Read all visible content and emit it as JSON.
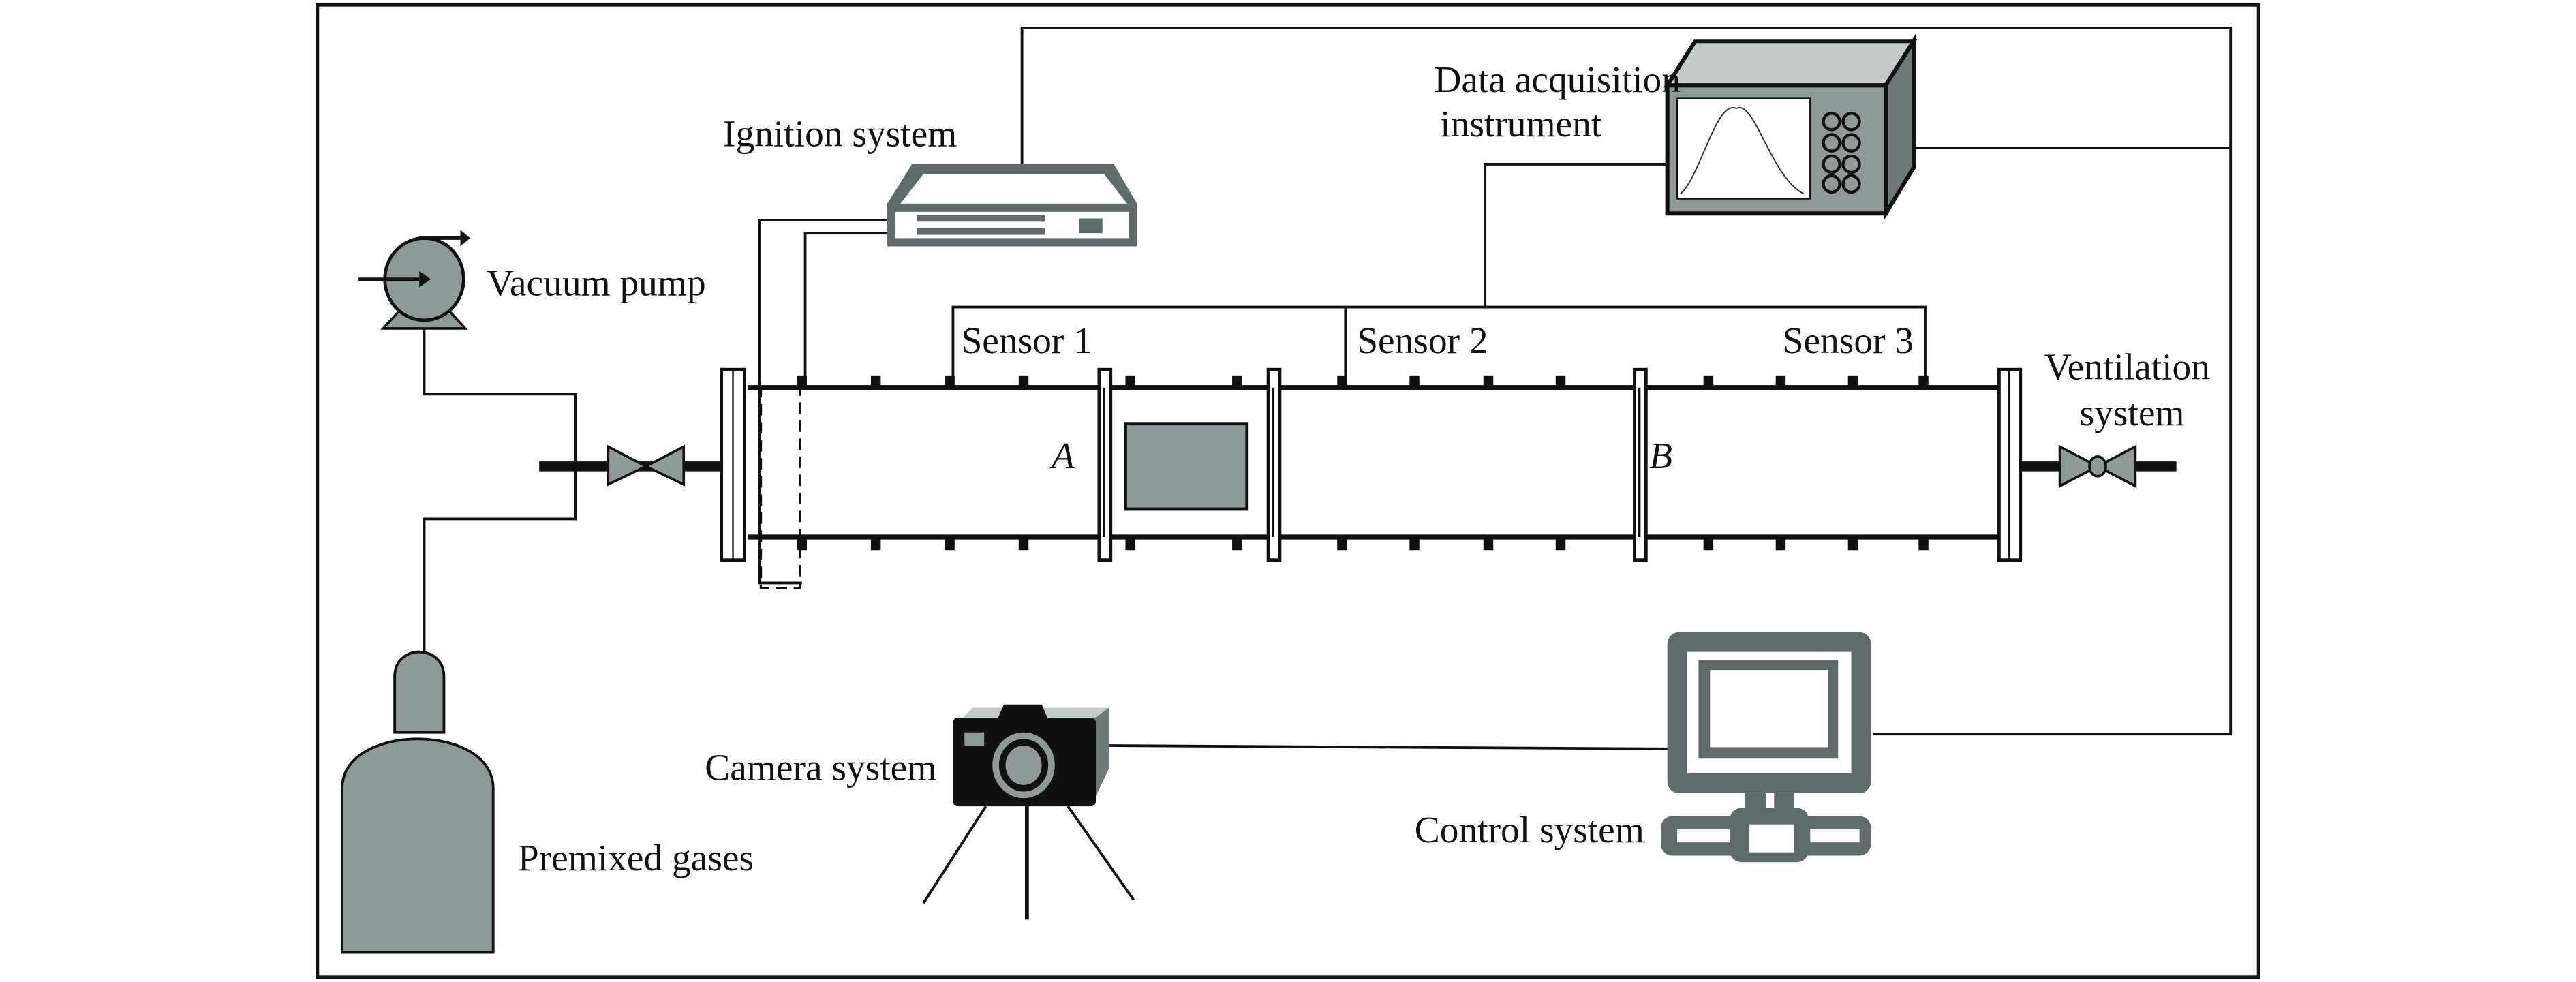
{
  "figure": {
    "labels": {
      "ignition": "Ignition system",
      "daq_line1": "Data acquisition",
      "daq_line2": "instrument",
      "vacuum_pump": "Vacuum pump",
      "sensor1": "Sensor 1",
      "sensor2": "Sensor 2",
      "sensor3": "Sensor 3",
      "ventilation_line1": "Ventilation",
      "ventilation_line2": "system",
      "section_a": "A",
      "section_b": "B",
      "camera": "Camera system",
      "control": "Control system",
      "premixed": "Premixed gases"
    },
    "colors": {
      "equipment_gray": "#8e9a98",
      "dark_gray": "#5e6b6a",
      "light_gray": "#c3cbc9",
      "side_gray": "#6e7a79",
      "line": "#111111"
    }
  }
}
